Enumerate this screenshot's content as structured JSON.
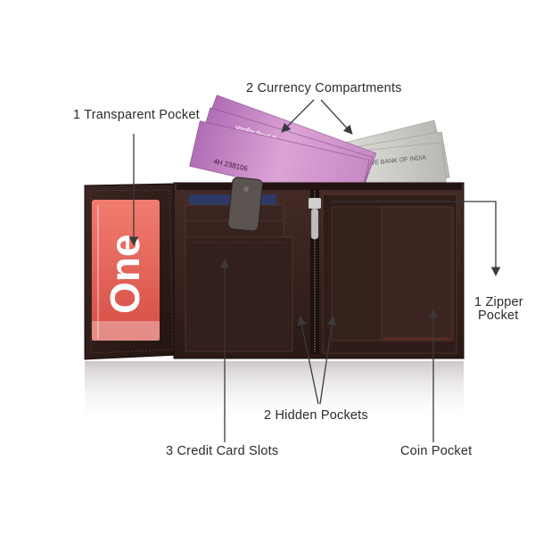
{
  "labels": {
    "currency": "2 Currency Compartments",
    "transparent": "1 Transparent Pocket",
    "zipper_line1": "1 Zipper",
    "zipper_line2": "Pocket",
    "hidden": "2 Hidden Pockets",
    "credit": "3 Credit Card Slots",
    "coin": "Coin Pocket"
  },
  "card_text": {
    "brand": "One",
    "note_header": "भारतीय रिज़र्व बैंक",
    "note_serial": "4H 238106",
    "note_bank_en": "RESERVE BANK OF INDIA"
  },
  "colors": {
    "wallet": "#2c1b18",
    "wallet_edge": "#1a0f0d",
    "wallet_inner": "#3a2421",
    "note_pink": "#c98ac7",
    "note_grey": "#cfcfcb",
    "card_red": "#e84a3e",
    "text": "#2b2b2b",
    "arrow": "#3a3a3a"
  }
}
